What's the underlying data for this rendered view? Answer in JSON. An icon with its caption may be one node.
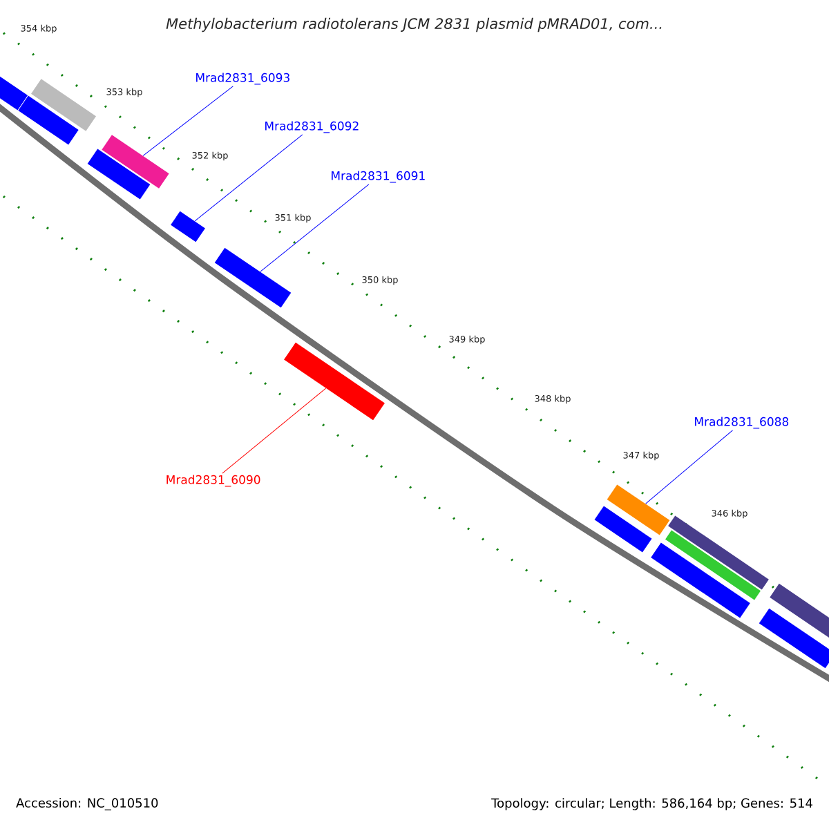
{
  "diagram": {
    "title": "Methylobacterium radiotolerans JCM 2831 plasmid pMRAD01, com...",
    "nodes": [
      {
        "text": [
          "Mrad2831_6093"
        ]
      },
      {
        "text": [],
        "shape": "bar"
      },
      {
        "text": [
          "Mrad2831_6092"
        ]
      },
      {
        "text": [],
        "shape": "bar"
      },
      {
        "text": [
          "Mrad2831_6091"
        ]
      },
      {
        "text": [],
        "shape": "bar"
      },
      {
        "text": [
          "Mrad2831_6090"
        ]
      },
      {
        "text": [],
        "shape": "bar"
      },
      {
        "text": [
          "Mrad2831_6088"
        ]
      },
      {
        "text": [],
        "shape": "bar"
      },
      {
        "text": [],
        "shape": "bar"
      },
      {
        "text": [],
        "shape": "bar"
      },
      {
        "text": [],
        "shape": "bar"
      },
      {
        "text": [],
        "shape": "bar"
      },
      {
        "text": [],
        "shape": "bar"
      },
      {
        "text": [],
        "shape": "bar"
      },
      {
        "text": [],
        "shape": "bar"
      },
      {
        "text": [],
        "shape": "bar"
      },
      {
        "text": [],
        "shape": "bar"
      },
      {
        "text": [],
        "shape": "bar"
      }
    ],
    "edges": [
      {
        "from": 0,
        "to": 1,
        "arrow": "none"
      },
      {
        "from": 2,
        "to": 3,
        "arrow": "none"
      },
      {
        "from": 4,
        "to": 5,
        "arrow": "none"
      },
      {
        "from": 6,
        "to": 7,
        "arrow": "none",
        "color": "#ff0000"
      },
      {
        "from": 8,
        "to": 9,
        "arrow": "none"
      }
    ],
    "labels": [
      "354 kbp",
      "353 kbp",
      "352 kbp",
      "351 kbp",
      "350 kbp",
      "349 kbp",
      "348 kbp",
      "347 kbp",
      "346 kbp",
      "Accession: NC_010510",
      "Topology: circular; Length: 586,164 bp; Genes: 514"
    ]
  }
}
